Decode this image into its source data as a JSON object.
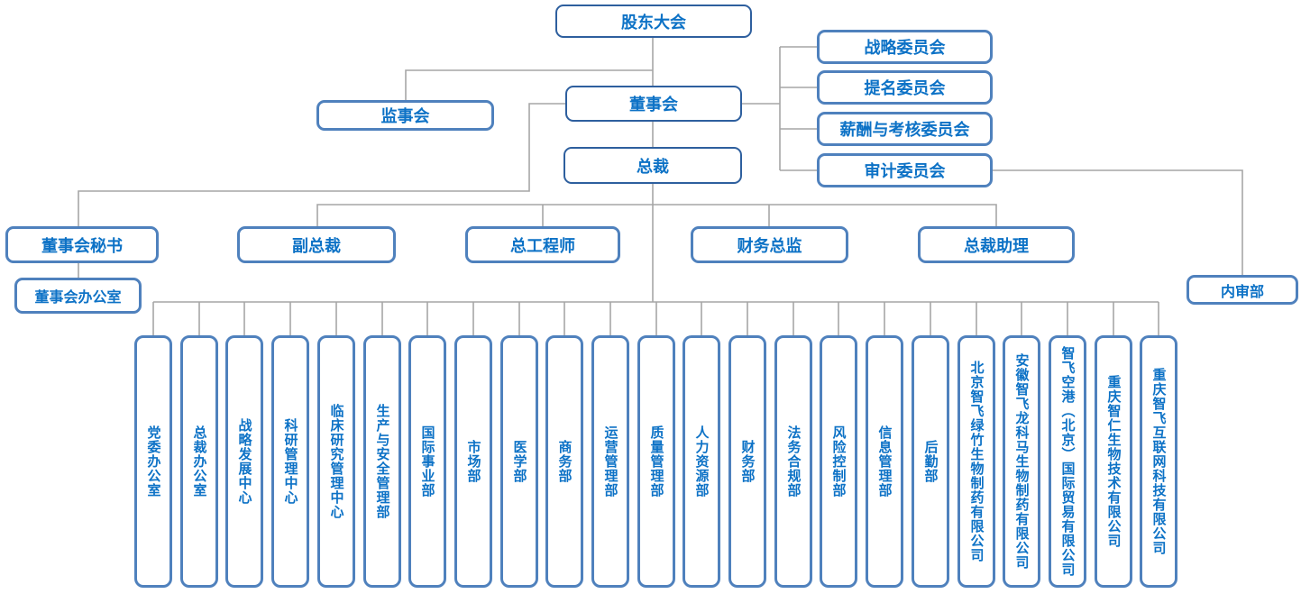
{
  "colors": {
    "primary_border": "#2e5f9e",
    "secondary_border": "#4f81bd",
    "text": "#0d72c6",
    "connector": "#a6a6a6",
    "background": "#ffffff"
  },
  "org": {
    "shareholders_meeting": "股东大会",
    "supervisory_board": "监事会",
    "board_of_directors": "董事会",
    "president": "总裁",
    "committees": [
      "战略委员会",
      "提名委员会",
      "薪酬与考核委员会",
      "审计委员会"
    ],
    "executives": [
      "董事会秘书",
      "副总裁",
      "总工程师",
      "财务总监",
      "总裁助理"
    ],
    "board_office": "董事会办公室",
    "internal_audit_dept": "内审部",
    "departments": [
      "党委办公室",
      "总裁办公室",
      "战略发展中心",
      "科研管理中心",
      "临床研究管理中心",
      "生产与安全管理部",
      "国际事业部",
      "市场部",
      "医学部",
      "商务部",
      "运营管理部",
      "质量管理部",
      "人力资源部",
      "财务部",
      "法务合规部",
      "风险控制部",
      "信息管理部",
      "后勤部",
      "北京智飞绿竹生物制药有限公司",
      "安徽智飞龙科马生物制药有限公司",
      "智飞空港（北京）国际贸易有限公司",
      "重庆智仁生物技术有限公司",
      "重庆智飞互联网科技有限公司"
    ]
  }
}
